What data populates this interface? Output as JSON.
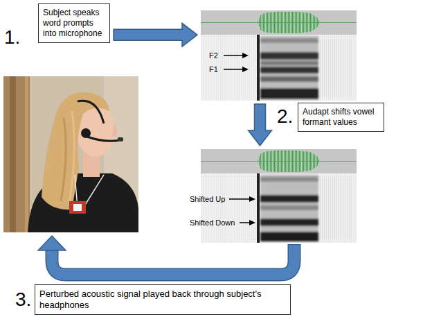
{
  "diagram": {
    "nodes": [
      {
        "text": [
          "Subject speaks word prompts into microphone"
        ]
      },
      {
        "text": [
          "F2",
          "F1"
        ]
      },
      {
        "text": [
          "Audapt shifts vowel formant values"
        ]
      },
      {
        "text": [
          "Shifted Up",
          "Shifted Down"
        ]
      },
      {
        "text": [
          "Perturbed acoustic signal played back through subject's headphones"
        ]
      }
    ],
    "edges": [
      {
        "from": 0,
        "to": 1,
        "arrow": "to"
      },
      {
        "from": 1,
        "to": 3,
        "arrow": "to"
      }
    ],
    "labels": [
      "1.",
      "2.",
      "3."
    ]
  }
}
